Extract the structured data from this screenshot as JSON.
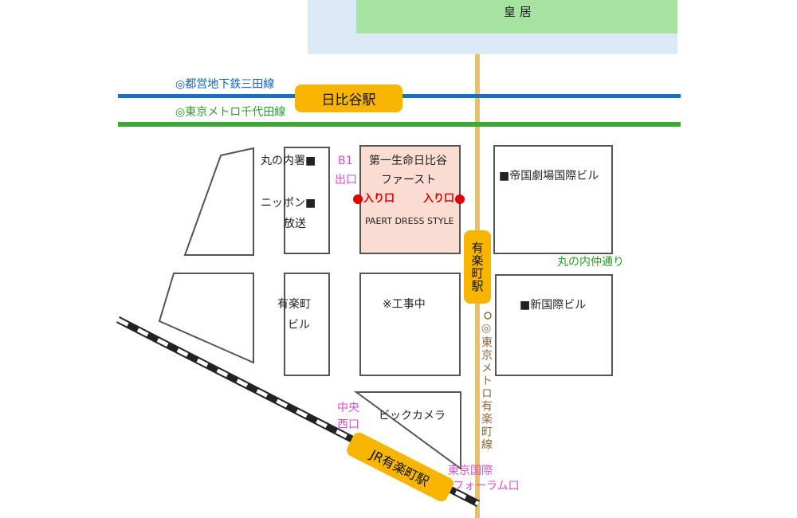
{
  "palace": {
    "label": "皇 居"
  },
  "railways": {
    "mita_line": "◎都営地下鉄三田線",
    "chiyoda_line": "◎東京メトロ千代田線",
    "yurakucho_line": "◎東京メトロ有楽町線"
  },
  "stations": {
    "hibiya": "日比谷駅",
    "yurakucho_metro": "有楽町駅",
    "jr_yurakucho": "JR有楽町駅"
  },
  "streets": {
    "marunouchi_naka_dori": "丸の内仲通り"
  },
  "buildings": {
    "marunouchi_police": "丸の内署■",
    "nippon_broadcasting_1": "ニッポン■",
    "nippon_broadcasting_2": "放送",
    "daiichi_seimei_1": "第一生命日比谷",
    "daiichi_seimei_2": "ファースト",
    "shop_name": "PAERT DRESS STYLE",
    "teikoku_gekijo": "■帝国劇場国際ビル",
    "yurakucho_bldg_1": "有楽町",
    "yurakucho_bldg_2": "ビル",
    "construction": "※工事中",
    "shin_kokusai": "■新国際ビル",
    "bic_camera": "ビックカメラ"
  },
  "exits": {
    "b1_line1": "B1",
    "b1_line2": "出口",
    "entrance_left": "入り口",
    "entrance_right": "入り口",
    "central_west_1": "中央",
    "central_west_2": "西口",
    "forum_1": "東京国際",
    "forum_2": "フォーラム口"
  },
  "colors": {
    "palace_green": "#a6e3a1",
    "palace_water": "#dce9f6",
    "mita_line": "#1a6fc4",
    "chiyoda_line": "#3aaa35",
    "yurakucho_line": "#e8c070",
    "station_badge": "#f7b500",
    "highlight_building": "#fbdcd2",
    "entrance_dot": "#e00000"
  }
}
